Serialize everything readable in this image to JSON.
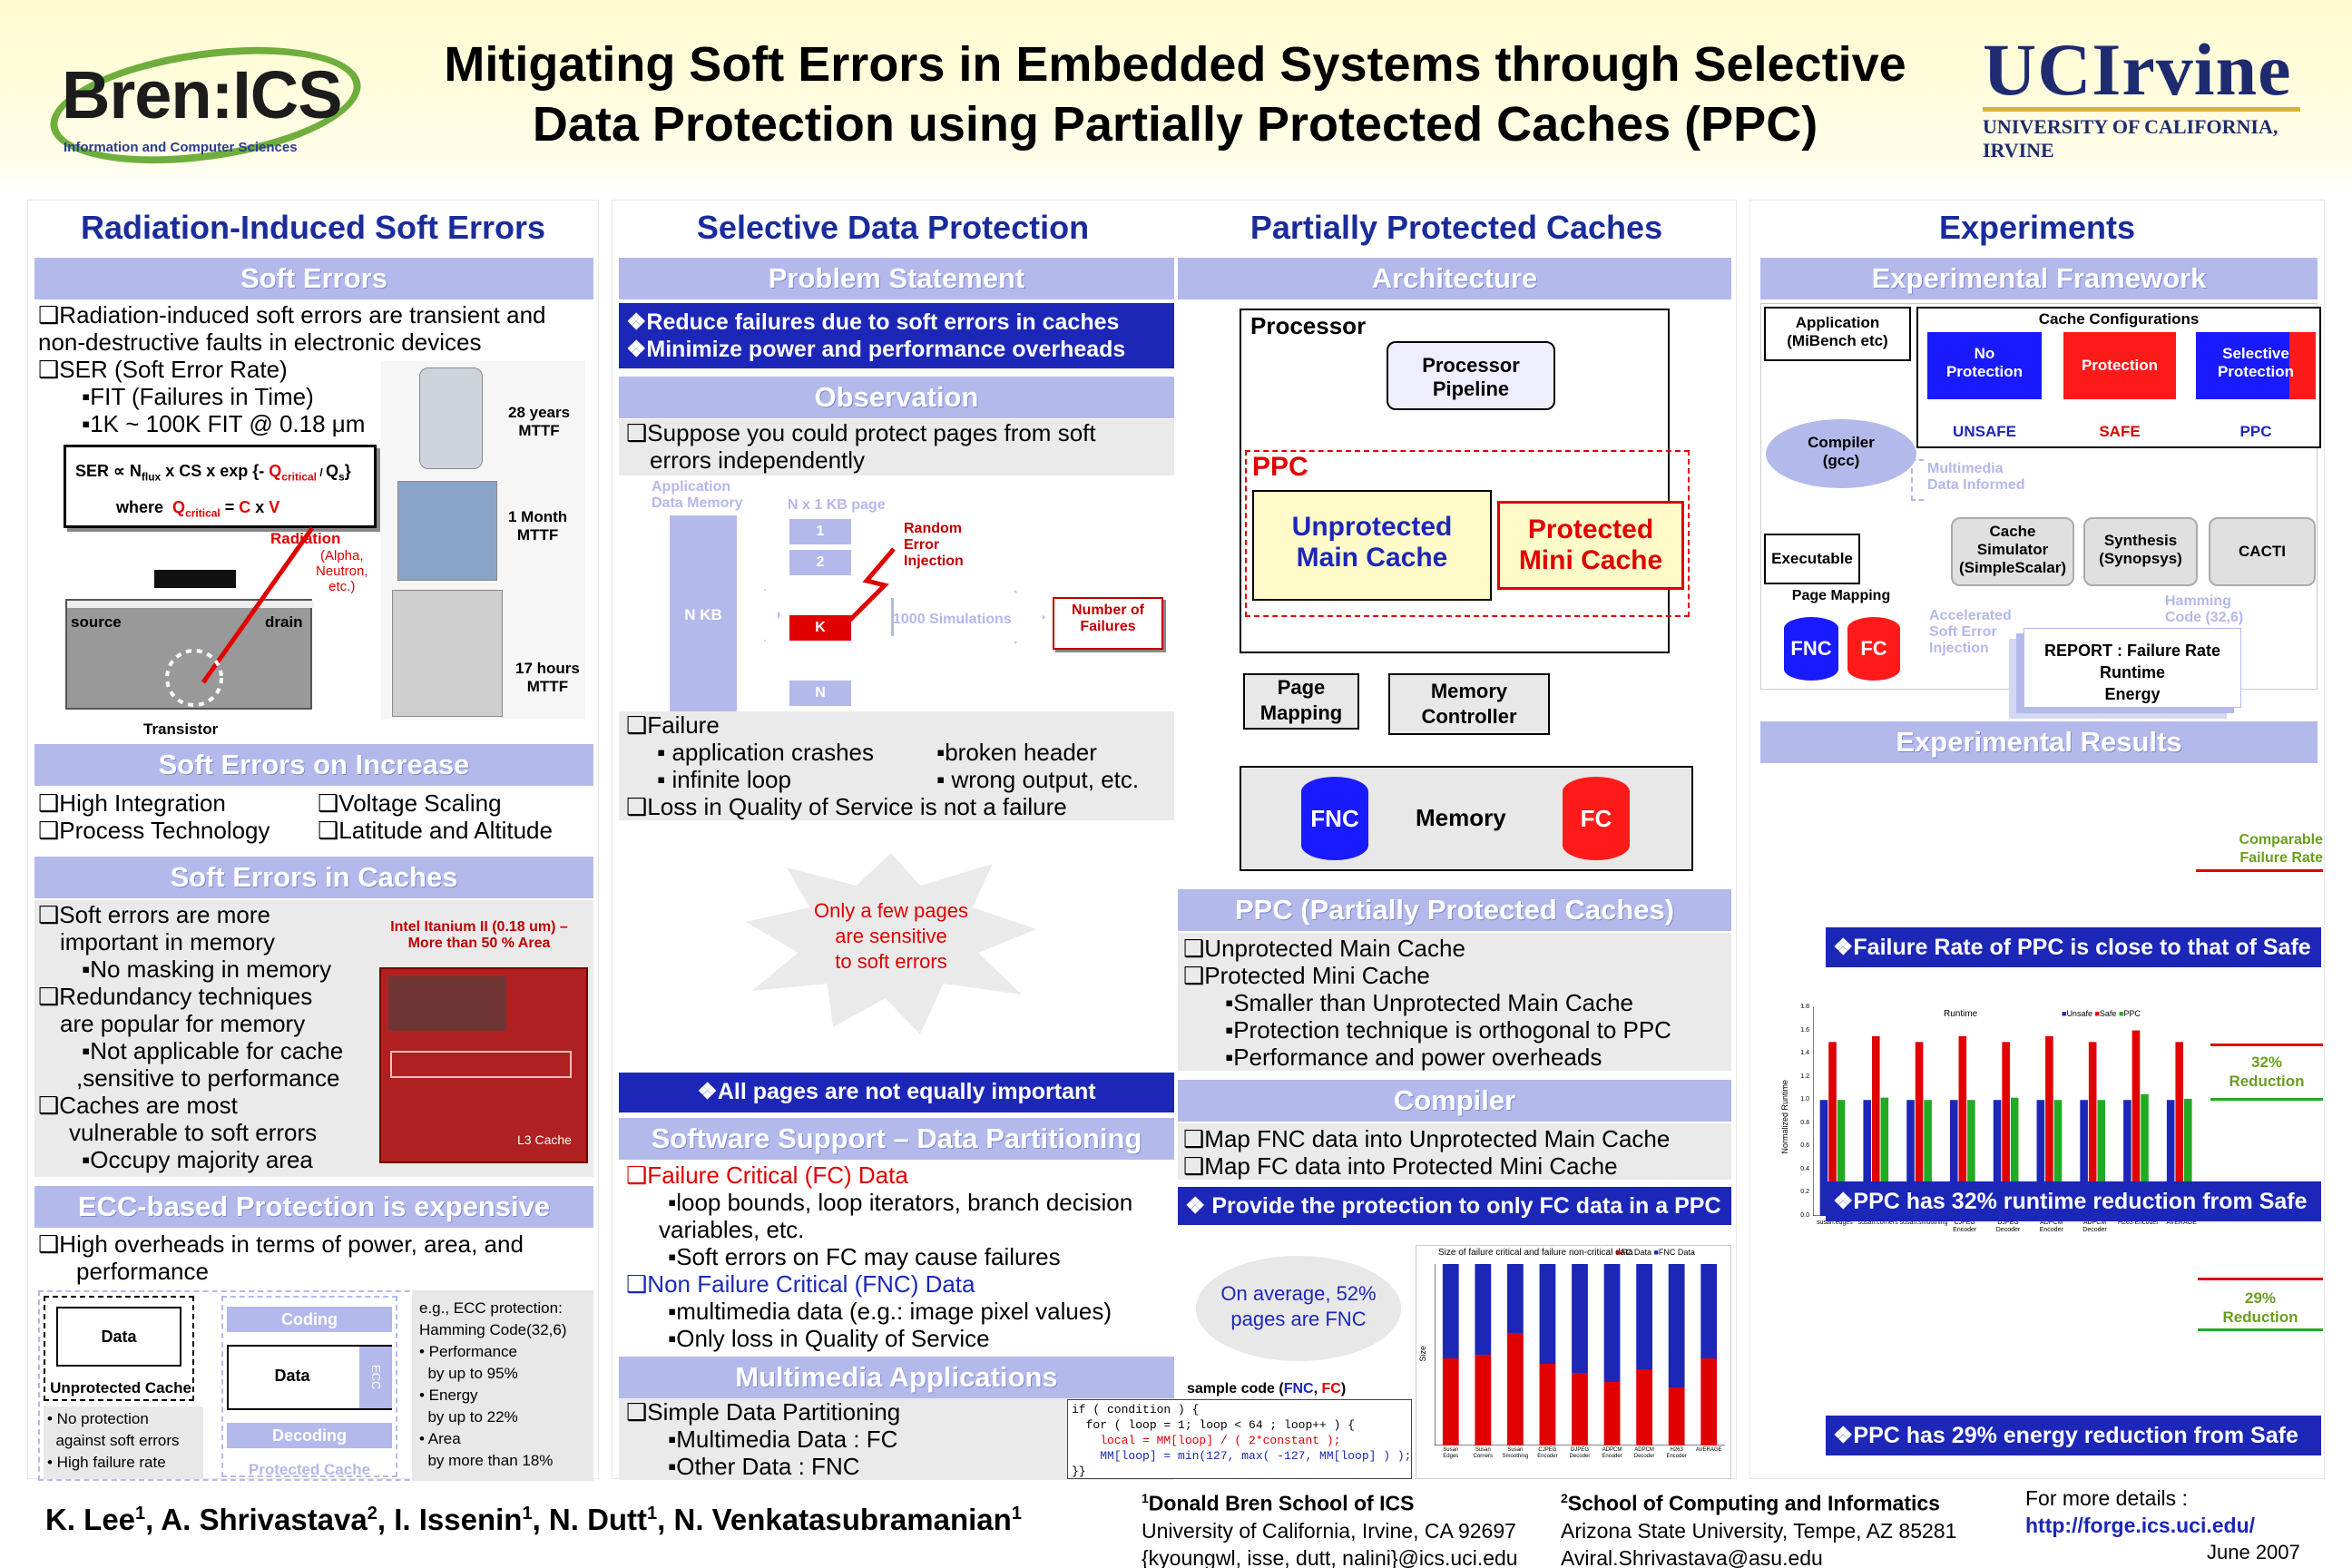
{
  "header": {
    "title_line1": "Mitigating Soft Errors in Embedded Systems through Selective",
    "title_line2": "Data Protection using Partially Protected Caches (PPC)",
    "logo_left": "Bren:ICS",
    "logo_left_sub": "Information and Computer Sciences",
    "logo_right": "UCIrvine",
    "logo_right_sub": "UNIVERSITY OF CALIFORNIA, IRVINE"
  },
  "col1": {
    "title": "Radiation-Induced Soft Errors",
    "soft_errors": {
      "band": "Soft Errors",
      "l1": "❑Radiation-induced soft errors are transient and non-destructive faults in electronic devices",
      "l2": "❑SER (Soft Error Rate)",
      "l3": "▪FIT (Failures in Time)",
      "l4": "▪1K ~ 100K FIT @ 0.18 μm",
      "formula_pre": "SER ∝ N",
      "formula_flux": "flux",
      "formula_mid": " x CS x exp {- ",
      "formula_qcrit": "Q",
      "formula_crit": "critical",
      "formula_qs": "Q",
      "formula_s": "s",
      "formula_end": "}",
      "where": "where",
      "where_q": "Q",
      "where_crit": "critical",
      "where_eq": " = ",
      "where_c": "C",
      "where_x": " x ",
      "where_v": "V",
      "radiation": "Radiation",
      "radiation_sub": "(Alpha,\nNeutron,\netc.)",
      "source": "source",
      "drain": "drain",
      "transistor": "Transistor",
      "mttf1": "28 years\nMTTF",
      "mttf2": "1 Month\nMTTF",
      "mttf3": "17 hours\nMTTF"
    },
    "increase": {
      "band": "Soft Errors on Increase",
      "a": "❑High Integration",
      "b": "❑Voltage Scaling",
      "c": "❑Process Technology",
      "d": "❑Latitude and Altitude"
    },
    "caches": {
      "band": "Soft Errors in Caches",
      "l1": "❑Soft errors are more",
      "l2": "important in memory",
      "l3": "▪No masking in memory",
      "l4": "❑Redundancy techniques",
      "l5": "are popular for memory",
      "l6": "▪Not applicable for cache",
      "l7": ",sensitive to performance",
      "l8": "❑Caches are most",
      "l9": "vulnerable to soft errors",
      "l10": "▪Occupy majority area",
      "itanium": "Intel Itanium II (0.18 um) –\nMore than 50 % Area",
      "l3cache": "L3 Cache"
    },
    "ecc": {
      "band": "ECC-based Protection is expensive",
      "l1": "❑High overheads in terms of power, area, and",
      "l2": "performance",
      "data1": "Data",
      "unprot": "Unprotected Cache",
      "noprot": "• No protection\n  against soft errors\n• High failure rate",
      "coding": "Coding",
      "data2": "Data",
      "eccv": "ECC",
      "decoding": "Decoding",
      "protcache": "Protected Cache",
      "eg": "e.g., ECC protection:\nHamming Code(32,6)\n• Performance\n  by up to 95%\n• Energy\n  by up to 22%\n• Area\n  by more than 18%"
    }
  },
  "col2": {
    "title": "Selective Data Protection",
    "problem": {
      "band": "Problem Statement",
      "b1": "❖Reduce failures due to soft errors in caches",
      "b2": "❖Minimize power and performance overheads"
    },
    "obs": {
      "band": "Observation",
      "l1": "❑Suppose you could protect pages from soft",
      "l2": "errors independently",
      "appmem": "Application\nData Memory",
      "npage": "N x 1 KB page",
      "nkb": "N KB",
      "p1": "1",
      "p2": "2",
      "pk": "K",
      "pn": "N",
      "random": "Random\nError\nInjection",
      "sims": "1000 Simulations",
      "nfail": "Number of\nFailures",
      "f1": "❑Failure",
      "f2": "▪ application crashes",
      "f3": "▪broken header",
      "f4": "▪ infinite loop",
      "f5": "▪ wrong output, etc.",
      "f6": "❑Loss in Quality of Service is not a failure",
      "burst": "Only a few pages\nare sensitive\nto soft errors",
      "important": "❖All pages are not equally important"
    },
    "sw": {
      "band": "Software Support – Data Partitioning",
      "l1": "❑Failure Critical (FC) Data",
      "l2": "▪loop bounds, loop iterators, branch decision",
      "l3": "variables, etc.",
      "l4": "▪Soft errors on FC may cause failures",
      "l5": "❑Non Failure Critical (FNC) Data",
      "l6": "▪multimedia data (e.g.: image pixel values)",
      "l7": "▪Only loss in Quality of Service"
    },
    "mm": {
      "band": "Multimedia Applications",
      "l1": "❑Simple Data Partitioning",
      "l2": "▪Multimedia Data : FC",
      "l3": "▪Other Data : FNC"
    }
  },
  "col3": {
    "title": "Partially Protected Caches",
    "arch": {
      "band": "Architecture",
      "processor": "Processor",
      "pipeline": "Processor\nPipeline",
      "ppc": "PPC",
      "unprot": "Unprotected\nMain Cache",
      "prot": "Protected\nMini Cache",
      "pagemap": "Page\nMapping",
      "memctrl": "Memory\nController",
      "fnc": "FNC",
      "memory": "Memory",
      "fc": "FC"
    },
    "ppc": {
      "band": "PPC (Partially Protected Caches)",
      "l1": "❑Unprotected Main Cache",
      "l2": "❑Protected Mini Cache",
      "l3": "▪Smaller than Unprotected Main Cache",
      "l4": "▪Protection technique is orthogonal to PPC",
      "l5": "▪Performance and power overheads"
    },
    "compiler": {
      "band": "Compiler",
      "l1": "❑Map FNC data into Unprotected Main Cache",
      "l2": "❑Map FC data into Protected Mini Cache",
      "blue": "❖ Provide the protection to only FC data in a PPC",
      "avg": "On average, 52%\npages are FNC",
      "sample": "sample code (",
      "sample_fnc": "FNC",
      "sample_sep": ", ",
      "sample_fc": "FC",
      "sample_end": ")",
      "code1": "if ( condition ) {",
      "code2": "  for ( loop = 1; loop < 64 ; loop++ ) {",
      "code3": "    local = MM[loop] / ( 2*constant );",
      "code4": "    MM[loop] = min(127, max( -127, MM[loop] ) );",
      "code5": "}}"
    }
  },
  "col4": {
    "title": "Experiments",
    "fw": {
      "band": "Experimental Framework",
      "app": "Application\n(MiBench etc)",
      "cachecfg": "Cache Configurations",
      "noprot": "No\nProtection",
      "prot": "Protection",
      "selprot": "Selective\nProtection",
      "unsafe": "UNSAFE",
      "safe": "SAFE",
      "ppc": "PPC",
      "compiler": "Compiler\n(gcc)",
      "mminfo": "Multimedia\nData Informed",
      "exe": "Executable",
      "pagemap": "Page Mapping",
      "fnc": "FNC",
      "fc": "FC",
      "cachesim": "Cache\nSimulator\n(SimpleScalar)",
      "synth": "Synthesis\n(Synopsys)",
      "cacti": "CACTI",
      "accel": "Accelerated\nSoft Error\nInjection",
      "hamming": "Hamming\nCode (32,6)",
      "report": "REPORT : Failure Rate\nRuntime\nEnergy"
    },
    "results": {
      "band": "Experimental Results",
      "comparable": "Comparable\nFailure Rate",
      "b1": "❖Failure Rate of PPC is close to that of Safe",
      "r32": "32%\nReduction",
      "b2": "❖PPC has 32% runtime reduction from Safe",
      "r29": "29%\nReduction",
      "b3": "❖PPC has 29% energy reduction from Safe"
    }
  },
  "footer": {
    "authors_pre": "K. Lee",
    "a1": "1",
    "au2": ", A. Shrivastava",
    "a2": "2",
    "au3": ", I. Issenin",
    "a3": "1",
    "au4": ", N. Dutt",
    "a4": "1",
    "au5": ", N. Venkatasubramanian",
    "a5": "1",
    "aff1_sup": "1",
    "aff1_name": "Donald Bren School of ICS",
    "aff1_l2": "University of California, Irvine, CA 92697",
    "aff1_l3": "{kyoungwl, isse, dutt, nalini}@ics.uci.edu",
    "aff2_sup": "2",
    "aff2_name": "School of Computing and Informatics",
    "aff2_l2": "Arizona State University, Tempe, AZ 85281",
    "aff2_l3": "Aviral.Shrivastava@asu.edu",
    "more": "For more details :",
    "url": "http://forge.ics.uci.edu/",
    "date": "June 2007"
  },
  "chart_data": [
    {
      "type": "bar",
      "title": "Runtime",
      "ylabel": "Normalized Runtime",
      "ylim": [
        0,
        1.8
      ],
      "legend": "top-right",
      "categories": [
        "susan.edges",
        "susan.corners",
        "susan.smoothing",
        "CJPEG Encoder",
        "DJPEG Decoder",
        "ADPCM Encoder",
        "ADPCM Decoder",
        "H263 Encoder",
        "AVERAGE"
      ],
      "series": [
        {
          "name": "Unsafe",
          "color": "#1c27b7",
          "values": [
            1.0,
            1.0,
            1.0,
            1.0,
            1.0,
            1.0,
            1.0,
            1.0,
            1.0
          ]
        },
        {
          "name": "Safe",
          "color": "#e00000",
          "values": [
            1.5,
            1.55,
            1.5,
            1.55,
            1.5,
            1.55,
            1.5,
            1.6,
            1.5
          ]
        },
        {
          "name": "PPC",
          "color": "#22aa22",
          "values": [
            1.0,
            1.02,
            1.0,
            1.0,
            1.02,
            1.0,
            1.0,
            1.05,
            1.01
          ]
        }
      ]
    },
    {
      "type": "bar",
      "title": "Size of failure critical and failure non-critical data",
      "ylabel": "Size",
      "ylim": [
        0,
        100
      ],
      "legend": "top-right",
      "categories": [
        "Susan Edges",
        "Susan Corners",
        "Susan Smoothing",
        "CJPEG Encoder",
        "DJPEG Decoder",
        "ADPCM Encoder",
        "ADPCM Decoder",
        "H263 Encoder",
        "AVERAGE"
      ],
      "series": [
        {
          "name": "FC Data",
          "color": "#e00000",
          "values": [
            48,
            50,
            62,
            45,
            40,
            35,
            42,
            32,
            48
          ]
        },
        {
          "name": "FNC Data",
          "color": "#1c27b7",
          "values": [
            52,
            50,
            38,
            55,
            60,
            65,
            58,
            68,
            52
          ]
        }
      ]
    }
  ]
}
